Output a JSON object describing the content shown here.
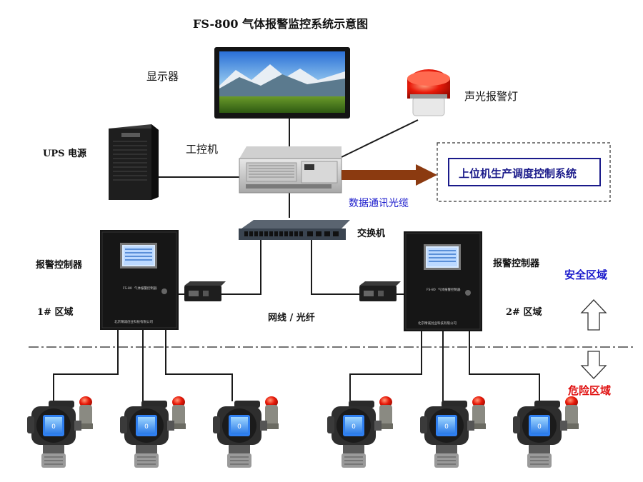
{
  "title": "FS-800 气体报警监控系统示意图",
  "labels": {
    "monitor": "显示器",
    "alarm_light": "声光报警灯",
    "ups": "UPS 电源",
    "ipc": "工控机",
    "upper_system": "上位机生产调度控制系统",
    "fiber": "数据通讯光缆",
    "switch": "交换机",
    "controller_left": "报警控制器",
    "zone_left": "1#  区域",
    "controller_right": "报警控制器",
    "zone_right": "2#  区域",
    "network": "网线 / 光纤",
    "safe_zone": "安全区域",
    "danger_zone": "危险区域"
  },
  "controller_panel": {
    "model": "FS-80",
    "name": "气体报警控制器",
    "company": "北京精诚创业科技有限公司"
  },
  "colors": {
    "arrow": "#8b3a10",
    "safe": "#1a1acc",
    "danger": "#e01010",
    "cabinet": "#161616",
    "detector": "#2a2a2a",
    "lcd": "#3fa0ff"
  }
}
